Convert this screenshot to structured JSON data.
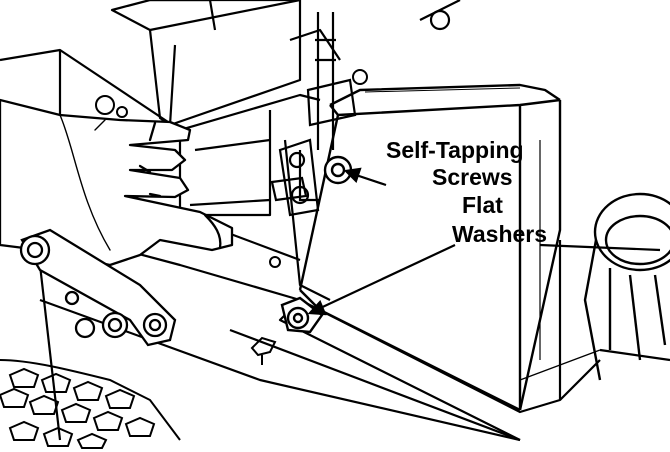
{
  "callouts": {
    "line1": "Self-Tapping",
    "line2": "Screws",
    "line3": "Flat",
    "line4": "Washers"
  },
  "colors": {
    "ink": "#000000",
    "paper": "#ffffff"
  }
}
